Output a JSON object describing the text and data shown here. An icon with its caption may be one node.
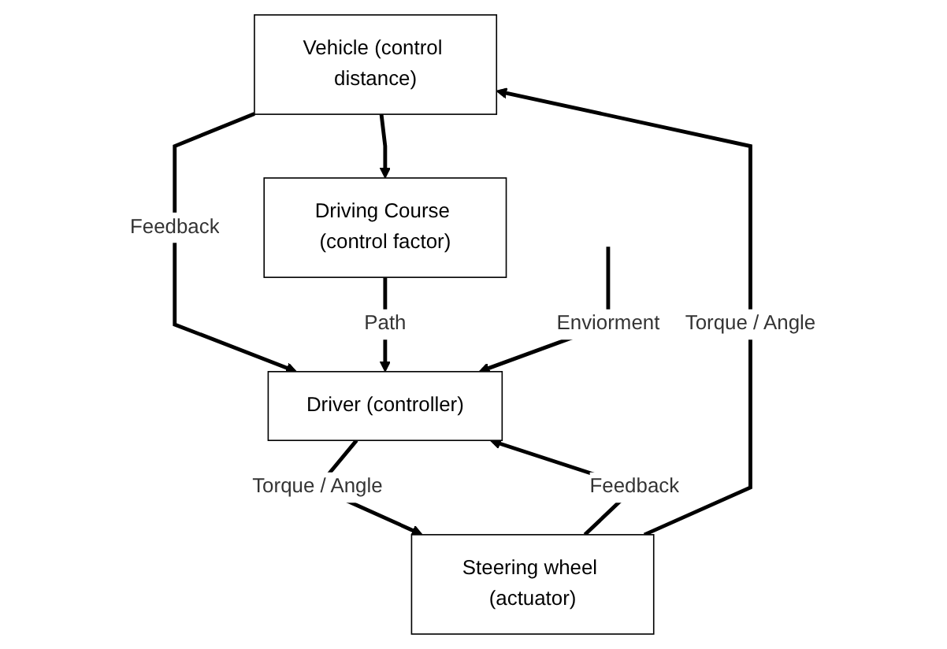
{
  "diagram": {
    "nodes": [
      {
        "text": [
          "Vehicle (control distance)"
        ]
      },
      {
        "text": [
          "Driving Course (control factor)"
        ]
      },
      {
        "text": [
          "Steering wheel (actuator)"
        ]
      },
      {
        "text": [
          "Driver (controller)"
        ]
      }
    ],
    "edges": [
      {
        "from": 0,
        "to": 1,
        "arrow": "to"
      },
      {
        "from": 0,
        "to": 3,
        "arrow": "to",
        "label": "Feedback"
      },
      {
        "from": 1,
        "to": 3,
        "arrow": "to",
        "label": "Path"
      },
      {
        "from": null,
        "to": 3,
        "arrow": "to",
        "label": "Enviorment"
      },
      {
        "from": 3,
        "to": 2,
        "arrow": "to",
        "label": "Torque / Angle"
      },
      {
        "from": 2,
        "to": 3,
        "arrow": "to",
        "label": "Feedback"
      },
      {
        "from": 2,
        "to": 0,
        "arrow": "to",
        "label": "Torque / Angle"
      }
    ]
  }
}
